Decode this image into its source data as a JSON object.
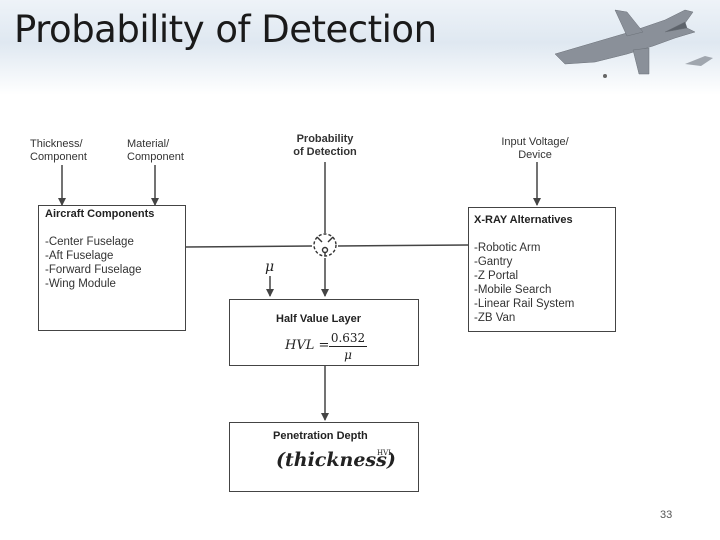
{
  "slide": {
    "title": "Probability of Detection",
    "page_number": "33"
  },
  "inputs": {
    "thickness": [
      "Thickness/",
      "Component"
    ],
    "material": [
      "Material/",
      "Component"
    ],
    "pod": [
      "Probability",
      "of Detection"
    ],
    "voltage": [
      "Input Voltage/",
      "Device"
    ]
  },
  "aircraft_components": {
    "title": "Aircraft Components",
    "items": [
      "-Center Fuselage",
      "-Aft Fuselage",
      "-Forward Fuselage",
      "-Wing Module"
    ]
  },
  "xray_alternatives": {
    "title": "X-RAY Alternatives",
    "items": [
      "-Robotic Arm",
      "-Gantry",
      "-Z Portal",
      "-Mobile Search",
      "-Linear Rail System",
      "-ZB Van"
    ]
  },
  "half_value_layer": {
    "title": "Half Value Layer",
    "lhs": "HVL =",
    "numerator": "0.632",
    "denominator": "μ"
  },
  "penetration_depth": {
    "title": "Penetration Depth",
    "base": "(thickness)",
    "exponent": "HVL"
  },
  "mu_input": "μ",
  "colors": {
    "line": "#444444",
    "text": "#222222",
    "header": "#dfe8f1"
  }
}
